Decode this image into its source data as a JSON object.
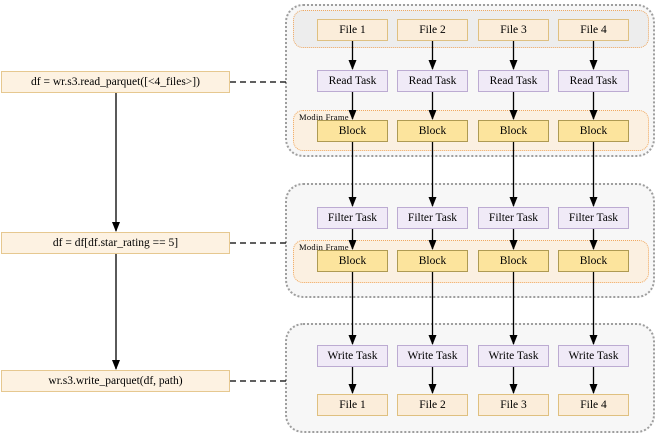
{
  "colors": {
    "code-fill": "#FDF2E2",
    "code-border": "#E6C890",
    "file-fill": "#FBEDDA",
    "file-border": "#DFC080",
    "task-fill": "#F0EAF7",
    "task-border": "#BCABD2",
    "block-fill": "#FCE49D",
    "block-border": "#AE9A53",
    "modin-fill": "#FBF0E1",
    "modin-border": "#F0A860",
    "files-group-fill": "#EDEDED",
    "stage-fill": "#F7F7F7",
    "stage-border": "#9E9E9E",
    "arrow": "#000000"
  },
  "code_steps": [
    {
      "label": "df = wr.s3.read_parquet([<4_files>])"
    },
    {
      "label": "df = df[df.star_rating == 5]"
    },
    {
      "label": "wr.s3.write_parquet(df, path)"
    }
  ],
  "stages": {
    "read": {
      "input_files": [
        "File 1",
        "File 2",
        "File 3",
        "File 4"
      ],
      "tasks": [
        "Read Task",
        "Read Task",
        "Read Task",
        "Read Task"
      ],
      "modin_frame_label": "Modin Frame",
      "blocks": [
        "Block",
        "Block",
        "Block",
        "Block"
      ]
    },
    "filter": {
      "tasks": [
        "Filter Task",
        "Filter Task",
        "Filter Task",
        "Filter Task"
      ],
      "modin_frame_label": "Modin Frame",
      "blocks": [
        "Block",
        "Block",
        "Block",
        "Block"
      ]
    },
    "write": {
      "tasks": [
        "Write Task",
        "Write Task",
        "Write Task",
        "Write Task"
      ],
      "output_files": [
        "File 1",
        "File 2",
        "File 3",
        "File 4"
      ]
    }
  }
}
